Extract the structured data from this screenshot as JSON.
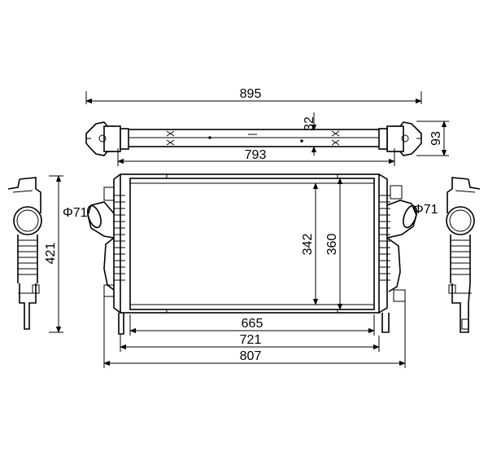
{
  "drawing": {
    "dimensions": {
      "top_overall_width": "895",
      "bracket_height_small": "32",
      "bracket_height": "93",
      "top_bracket_span": "793",
      "overall_height": "421",
      "left_inlet_diameter": "Φ71",
      "right_outlet_diameter": "Φ71",
      "core_height": "342",
      "frame_height": "360",
      "core_width": "665",
      "frame_width": "721",
      "overall_width": "807"
    }
  }
}
